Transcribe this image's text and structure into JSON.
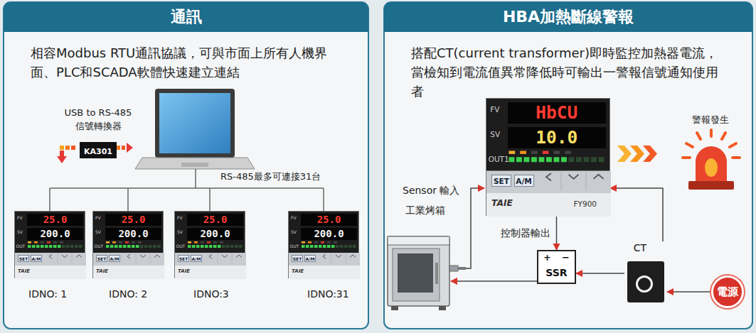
{
  "diagram": {
    "nodes": [
      {
        "text": [
          "通訊",
          "相容Modbus RTU通訊協議，可與市面上所有人機界面、PLC和SCADA軟體快速建立連結"
        ]
      },
      {
        "text": [
          "KA301"
        ],
        "in": 0
      },
      {
        "text": [
          "FV",
          "25.0",
          "SV",
          "200.0",
          "OUT",
          "SET",
          "A/M",
          "TAIE"
        ],
        "in": 0
      },
      {
        "text": [
          "FV",
          "25.0",
          "SV",
          "200.0",
          "OUT",
          "SET",
          "A/M",
          "TAIE"
        ],
        "in": 0
      },
      {
        "text": [
          "FV",
          "25.0",
          "SV",
          "200.0",
          "OUT",
          "SET",
          "A/M",
          "TAIE"
        ],
        "in": 0
      },
      {
        "text": [
          "FV",
          "25.0",
          "SV",
          "200.0",
          "OUT",
          "SET",
          "A/M",
          "TAIE"
        ],
        "in": 0
      },
      {
        "text": [
          "HBA加熱斷線警報",
          "搭配CT(current transformer)即時監控加熱器電流，當檢知到電流值異常降低時可輸出一警報信號通知使用者"
        ]
      },
      {
        "text": [
          "FV",
          "HbCU",
          "SV",
          "10.0",
          "OUT1",
          "SET",
          "A/M",
          "TAIE",
          "FY900"
        ],
        "in": 6
      },
      {
        "text": [
          "+",
          "−",
          "SSR"
        ],
        "in": 6
      },
      {
        "text": [
          "CT"
        ],
        "in": 6
      },
      {
        "text": [
          "電源"
        ],
        "in": 6
      }
    ],
    "edges": [
      {
        "from": 10,
        "to": 9,
        "arrow": "to"
      },
      {
        "from": 9,
        "to": 8,
        "arrow": "to"
      },
      {
        "from": 7,
        "to": 8,
        "arrow": "to",
        "label": "控制器輸出"
      },
      {
        "from": 9,
        "to": 7,
        "arrow": "to"
      }
    ],
    "labels": [
      "USB to RS-485 信號轉換器",
      "RS-485最多可連接31台",
      "IDNO: 1",
      "IDNO: 2",
      "IDNO:3",
      "IDNO:31",
      "警報發生",
      "Sensor 輸入",
      "工業烤箱"
    ]
  }
}
